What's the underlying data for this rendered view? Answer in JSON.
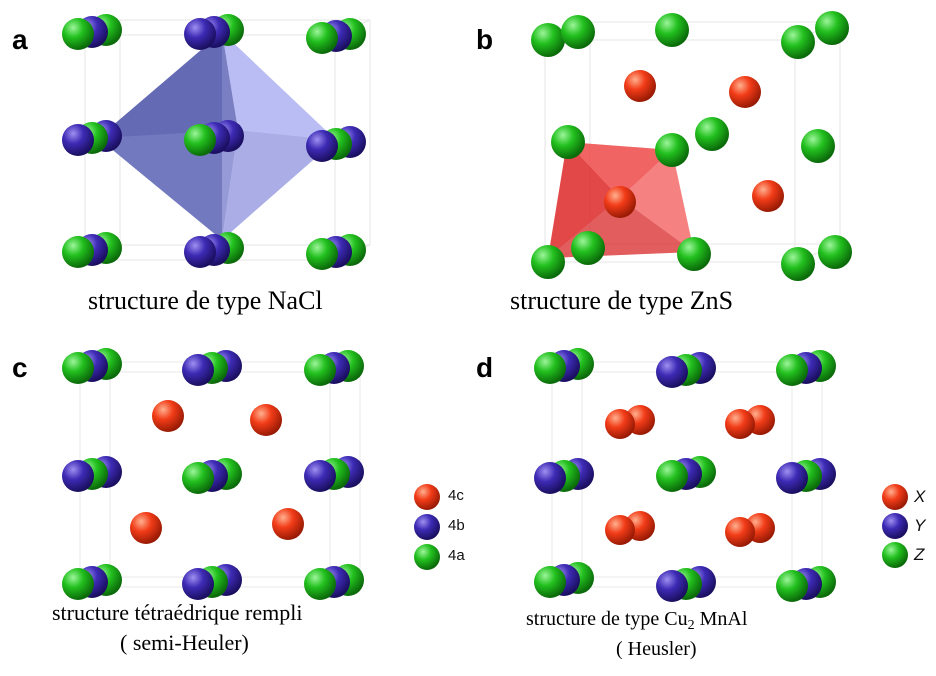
{
  "panels": {
    "a": {
      "letter": "a",
      "caption": "structure de type NaCl"
    },
    "b": {
      "letter": "b",
      "caption": "structure de type ZnS"
    },
    "c": {
      "letter": "c",
      "caption_line1": "structure tétraédrique rempli",
      "caption_line2": "( semi-Heuler)"
    },
    "d": {
      "letter": "d",
      "caption_prefix": "structure de type Cu",
      "caption_sub": "2",
      "caption_suffix": " MnAl",
      "caption_line2": "( Heusler)"
    }
  },
  "legend_c": [
    {
      "label": "4c",
      "color": "#f03a17"
    },
    {
      "label": "4b",
      "color": "#3b28b0"
    },
    {
      "label": "4a",
      "color": "#20b81c"
    }
  ],
  "legend_d": [
    {
      "label": "X",
      "color": "#f03a17"
    },
    {
      "label": "Y",
      "color": "#3b28b0"
    },
    {
      "label": "Z",
      "color": "#20b81c"
    }
  ],
  "colors": {
    "green": "#20b81c",
    "blue": "#3b28b0",
    "red": "#f03a17",
    "octahedron": "#6f74c8",
    "tetrahedron": "#e03030"
  }
}
